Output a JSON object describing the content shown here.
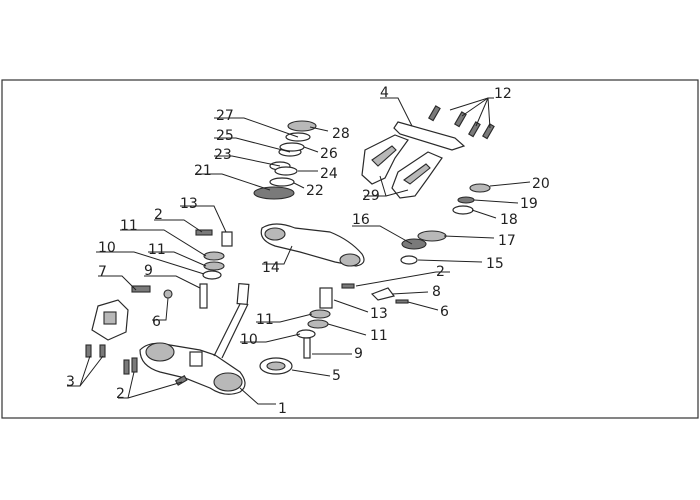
{
  "diagram": {
    "type": "exploded-parts-diagram",
    "callouts": [
      "1",
      "2",
      "2",
      "2",
      "3",
      "4",
      "5",
      "6",
      "6",
      "7",
      "8",
      "9",
      "9",
      "10",
      "10",
      "11",
      "11",
      "11",
      "11",
      "12",
      "13",
      "13",
      "14",
      "15",
      "16",
      "17",
      "18",
      "19",
      "20",
      "21",
      "22",
      "23",
      "24",
      "25",
      "26",
      "27",
      "28",
      "29"
    ]
  }
}
